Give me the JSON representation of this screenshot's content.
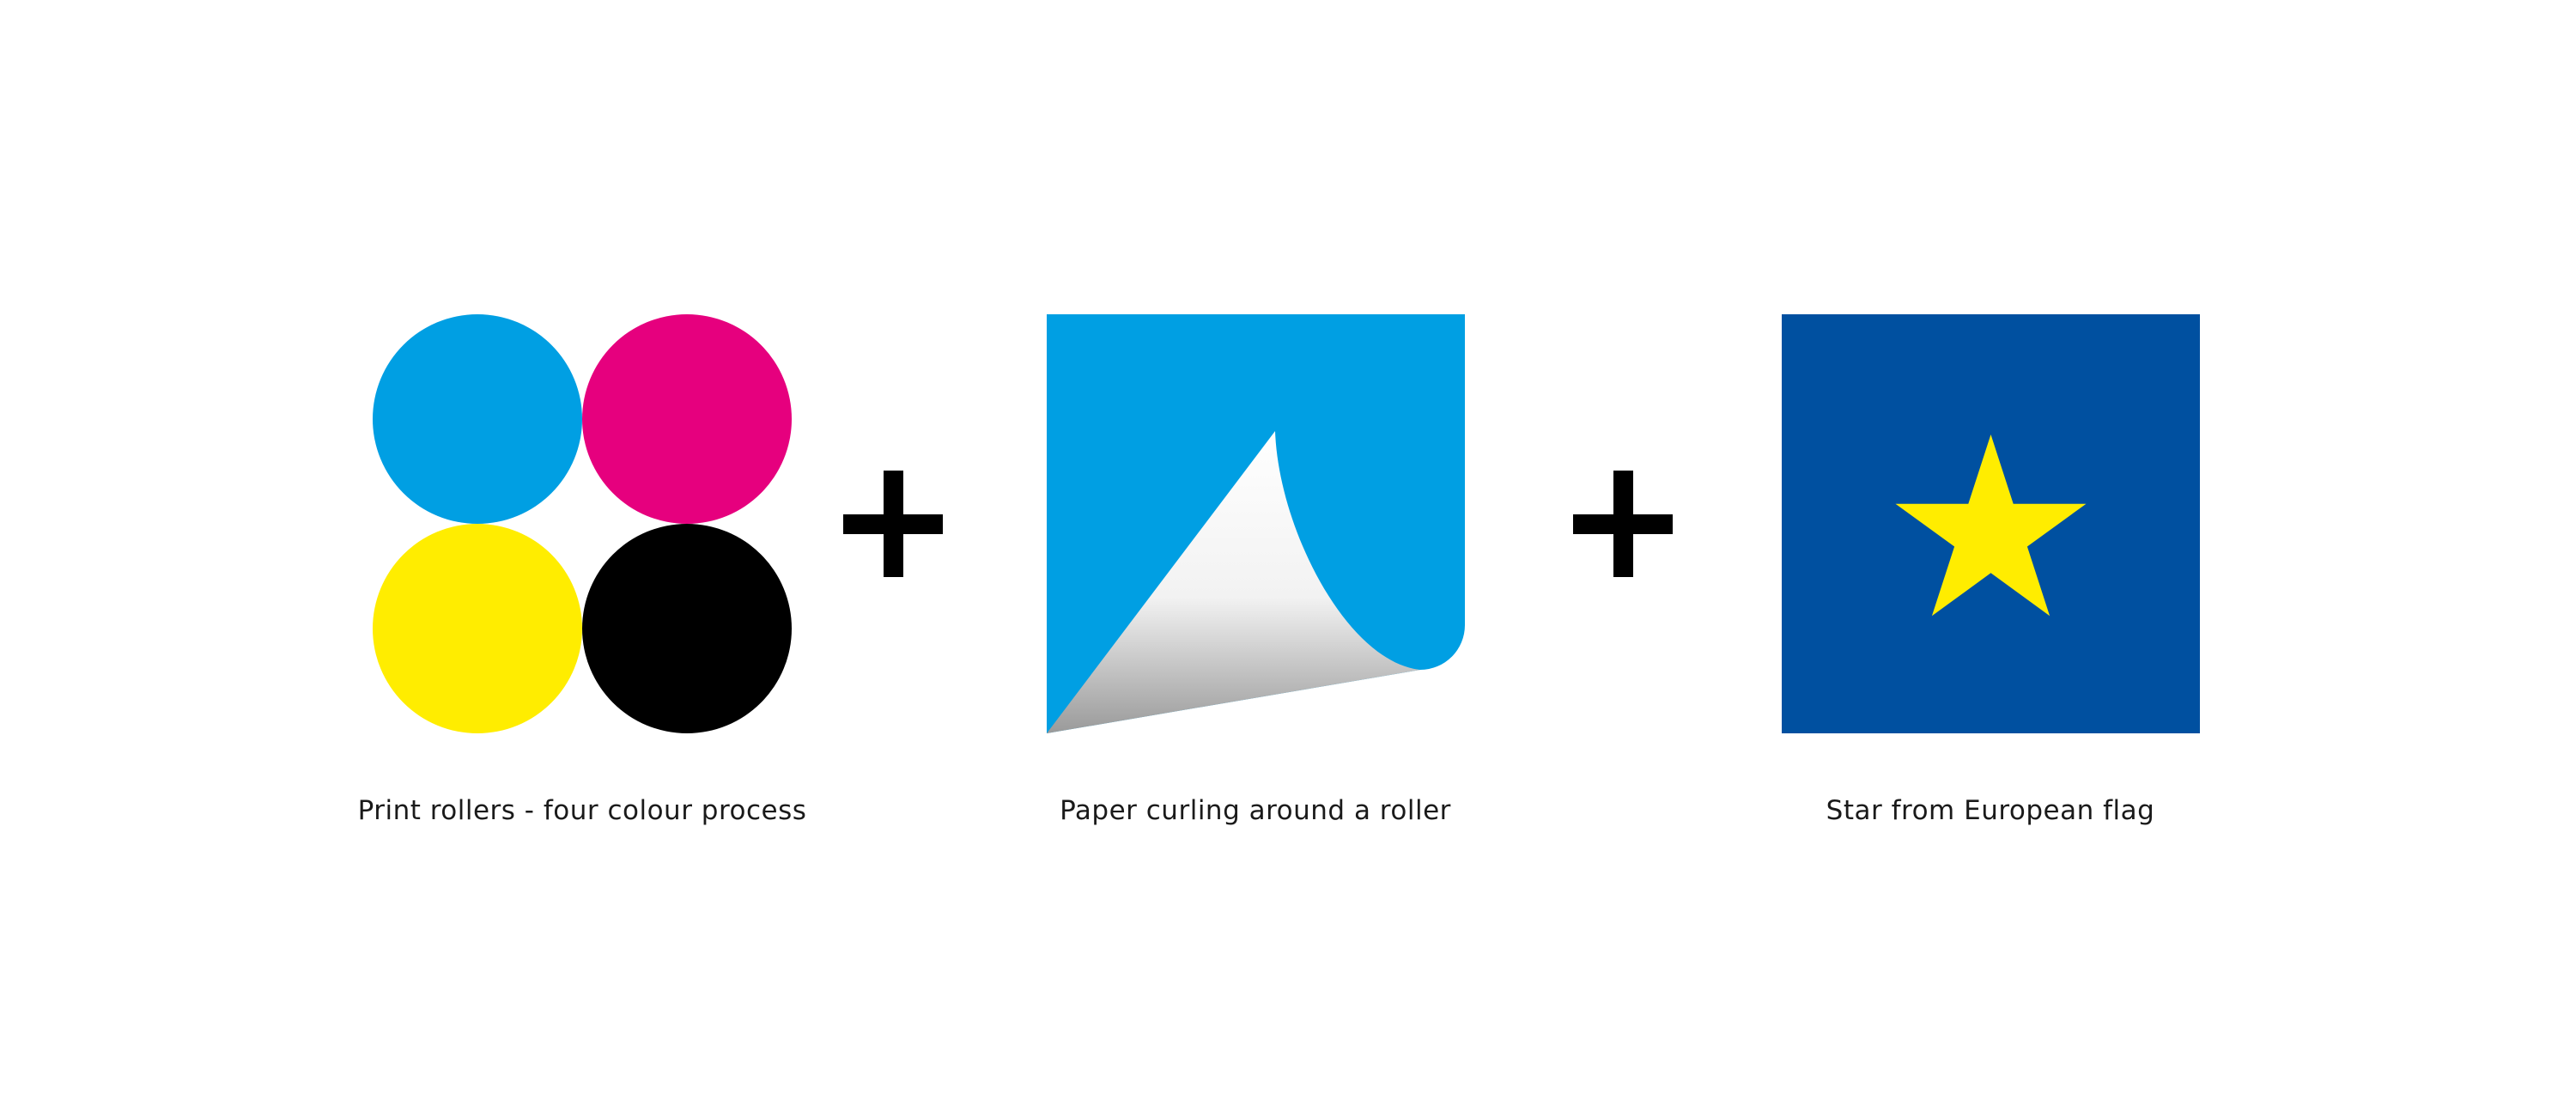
{
  "colors": {
    "cyan": "#009FE3",
    "magenta": "#E6007E",
    "yellow": "#FFED00",
    "black": "#000000",
    "flag_blue": "#0050A0",
    "star_yellow": "#FFED00"
  },
  "elements": [
    {
      "name": "print-rollers",
      "caption": "Print rollers - four colour process"
    },
    {
      "name": "paper-curl",
      "caption": "Paper curling around a roller"
    },
    {
      "name": "eu-star",
      "caption": "Star from European flag"
    }
  ],
  "operator": "plus-icon"
}
